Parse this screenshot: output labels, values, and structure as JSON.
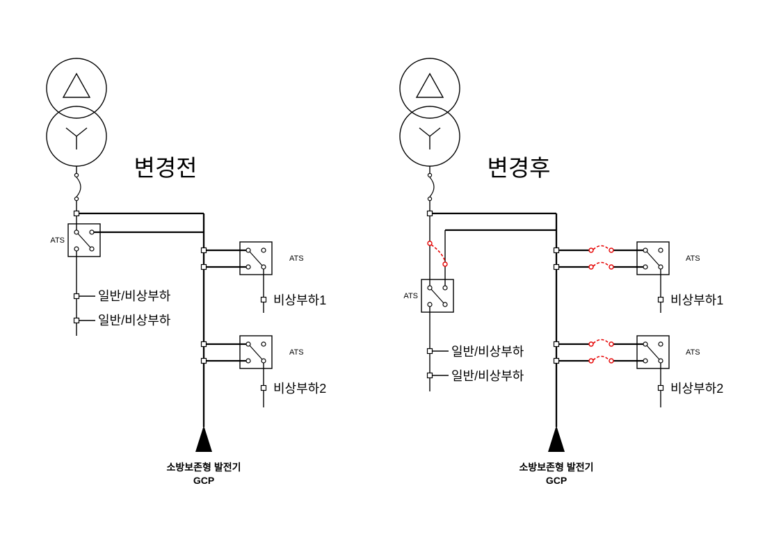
{
  "colors": {
    "line": "#000000",
    "highlight": "#e60000",
    "background": "#ffffff"
  },
  "panels": {
    "before": {
      "title": "변경전",
      "ats_left": "ATS",
      "ats_right_top": "ATS",
      "ats_right_bottom": "ATS",
      "load_general_top": "일반/비상부하",
      "load_general_bottom": "일반/비상부하",
      "load_emergency_top": "비상부하1",
      "load_emergency_bottom": "비상부하2",
      "generator_name": "소방보존형 발전기",
      "generator_panel": "GCP"
    },
    "after": {
      "title": "변경후",
      "ats_left": "ATS",
      "ats_right_top": "ATS",
      "ats_right_bottom": "ATS",
      "load_general_top": "일반/비상부하",
      "load_general_bottom": "일반/비상부하",
      "load_emergency_top": "비상부하1",
      "load_emergency_bottom": "비상부하2",
      "generator_name": "소방보존형 발전기",
      "generator_panel": "GCP"
    }
  }
}
